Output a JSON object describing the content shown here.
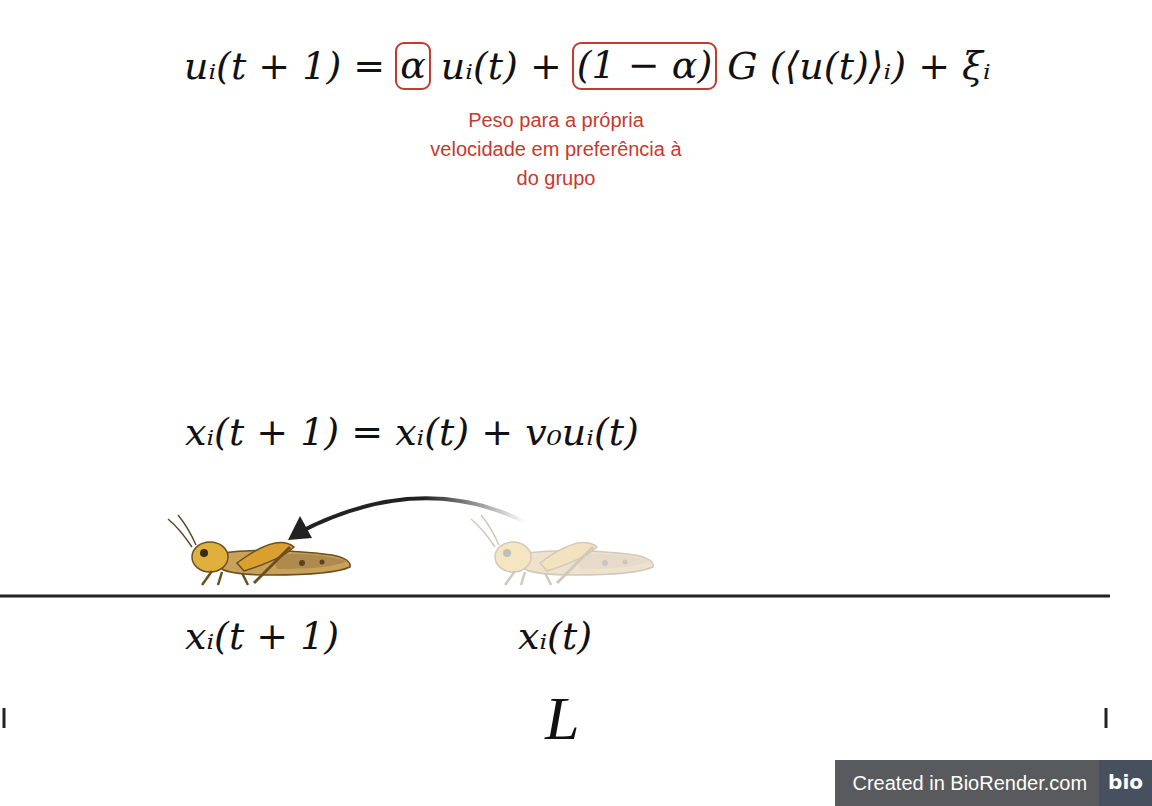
{
  "diagram": {
    "nodes": [
      {
        "text": [
          "α"
        ]
      },
      {
        "text": [
          "(1 − α)"
        ]
      },
      {
        "text": [
          "Created in BioRender.com",
          "bio"
        ]
      }
    ],
    "labels": [
      "uᵢ(t + 1) =",
      "uᵢ(t) +",
      "G (⟨u(t)⟩ᵢ) + ξᵢ",
      "Peso para a própria velocidade em preferência à do grupo",
      "xᵢ(t + 1) = xᵢ(t) + v₀uᵢ(t)",
      "xᵢ(t + 1)",
      "xᵢ(t)",
      "L"
    ]
  }
}
